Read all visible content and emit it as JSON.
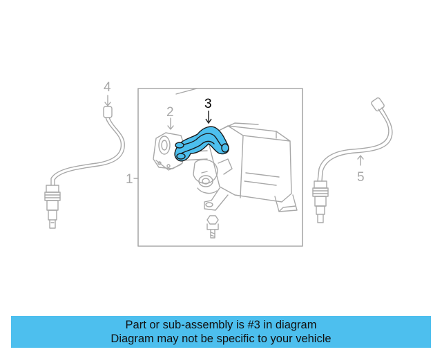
{
  "diagram": {
    "callouts": {
      "c1": "1",
      "c2": "2",
      "c3": "3",
      "c4": "4",
      "c5": "5"
    },
    "colors": {
      "line_art": "#a8a8a8",
      "highlight_fill": "#4dbfee",
      "highlight_stroke": "#1a1a1a"
    },
    "parts": [
      {
        "callout": "1",
        "name": "canister-assembly"
      },
      {
        "callout": "2",
        "name": "vacuum-switch"
      },
      {
        "callout": "3",
        "name": "hose",
        "highlighted": true
      },
      {
        "callout": "4",
        "name": "oxygen-sensor-left"
      },
      {
        "callout": "5",
        "name": "oxygen-sensor-right"
      }
    ]
  },
  "banner": {
    "line1": "Part or sub-assembly is #3 in diagram",
    "line2": "Diagram may not be specific to your vehicle",
    "color": "#4dbfee"
  }
}
